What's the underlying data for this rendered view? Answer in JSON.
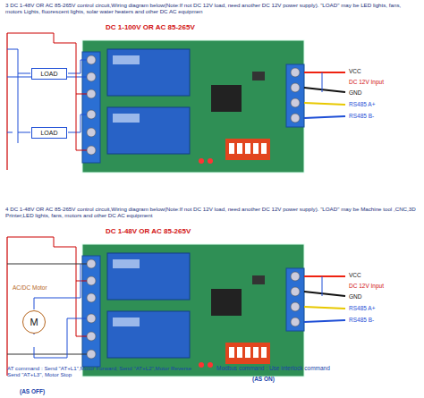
{
  "diagram": {
    "nodes": [
      {
        "text": [
          "LOAD"
        ]
      },
      {
        "text": [
          "LOAD"
        ]
      },
      {
        "text": [
          "M"
        ]
      }
    ],
    "labels": [
      "3 DC 1-48V OR AC 85-265V control circuit,Wiring diagram below(Note:If not DC 12V load, need another DC 12V power supply). \"LOAD\" may be LED lights, fans, motors Lights, fluorescent lights, solar water heaters and other DC AC equipmen",
      "DC 1-100V OR AC 85-265V",
      "VCC",
      "DC 12V Input",
      "GND",
      "RS485 A+",
      "RS485 B-",
      "4 DC 1-48V OR AC 85-265V control circuit,Wiring diagram below(Note:If not DC 12V load, need another DC 12V power supply). \"LOAD\" may be Machine tool ,CNC,3D Printer,LED lights, fans, motors and other DC AC equipment",
      "DC 1-48V OR AC 85-265V",
      "AC/DC Motor",
      "VCC",
      "DC 12V Input",
      "GND",
      "RS485 A+",
      "RS485 B-",
      "AT command : Send \"AT+L1\",Motor Forward; Send \"AT+L2\",Motor Reverse Send \"AT+L3\", Motor Stop",
      "(AS OFF)",
      "Modbus command : Use interlock command",
      "(AS ON)"
    ]
  }
}
